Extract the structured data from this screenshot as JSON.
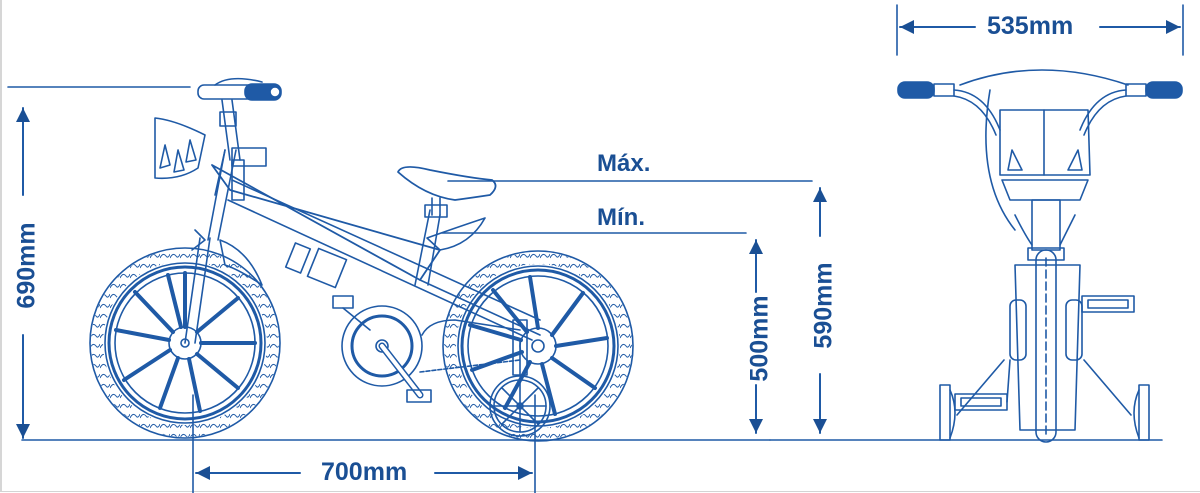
{
  "diagram": {
    "title": "Bicycle dimensions diagram (side and front views)",
    "colors": {
      "line": "#1f5aa6",
      "text": "#1a4f94",
      "background": "#ffffff"
    },
    "dimensions": {
      "total_height": {
        "label": "690mm",
        "orientation": "vertical"
      },
      "wheelbase": {
        "label": "700mm",
        "orientation": "horizontal"
      },
      "handlebar_width": {
        "label": "535mm",
        "orientation": "horizontal"
      },
      "seat_height_min": {
        "label": "500mm",
        "orientation": "vertical"
      },
      "seat_height_max": {
        "label": "590mm",
        "orientation": "vertical"
      }
    },
    "seat_markers": {
      "max_label": "Máx.",
      "min_label": "Mín."
    },
    "views": [
      "side-view",
      "front-view"
    ]
  }
}
